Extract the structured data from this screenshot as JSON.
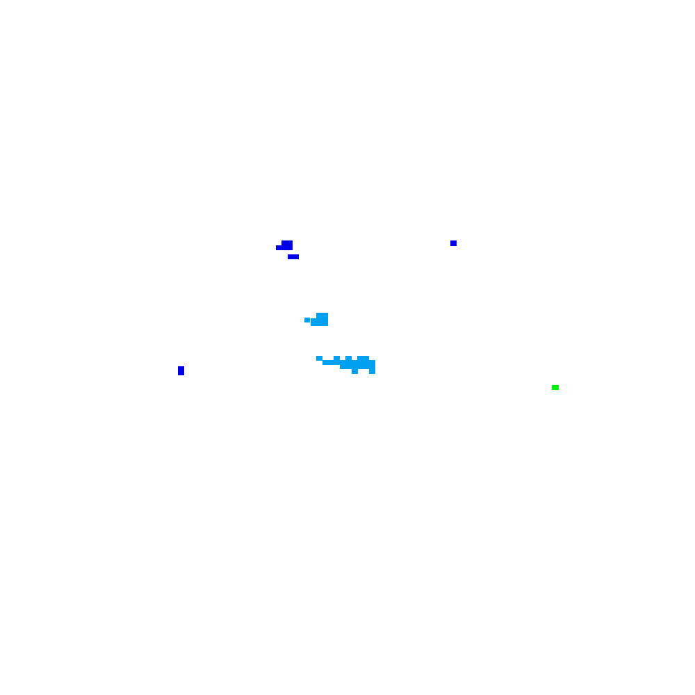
{
  "colors": {
    "background": "#ffffff",
    "dark_blue": "#0000e6",
    "light_blue": "#00a0f0",
    "green": "#00f000"
  },
  "blobs": [
    {
      "name": "dark-blue-cluster-left",
      "color": "dark_blue"
    },
    {
      "name": "dark-blue-dot-right",
      "color": "dark_blue"
    },
    {
      "name": "light-blue-cluster-upper",
      "color": "light_blue"
    },
    {
      "name": "light-blue-cluster-lower",
      "color": "light_blue"
    },
    {
      "name": "dark-blue-dot-far-left",
      "color": "dark_blue"
    },
    {
      "name": "green-dot",
      "color": "green"
    }
  ]
}
